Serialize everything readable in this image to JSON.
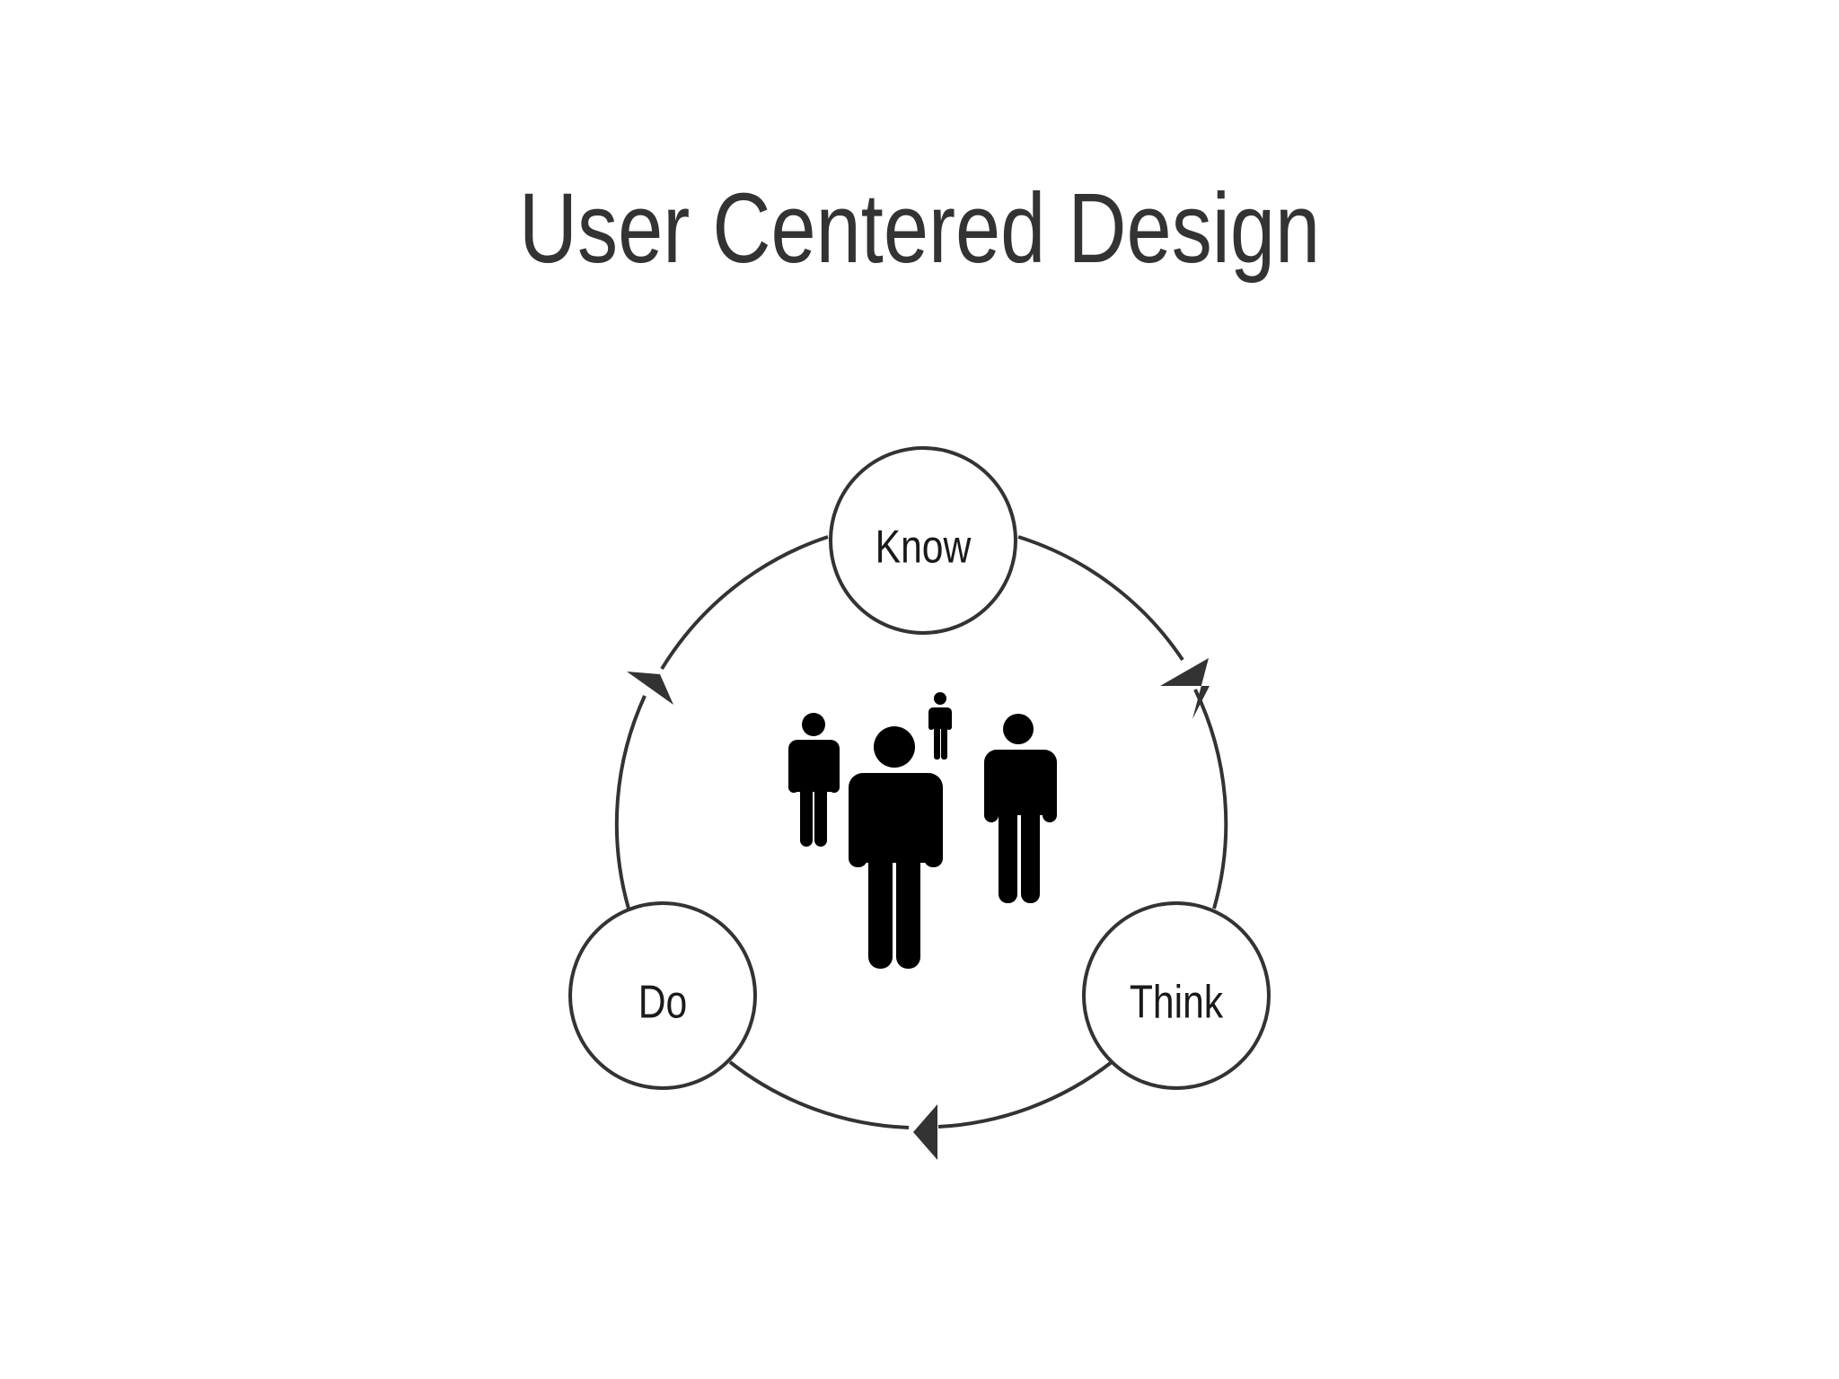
{
  "title": "User Centered Design",
  "nodes": {
    "know": "Know",
    "think": "Think",
    "do": "Do"
  },
  "icons": {
    "center": "people-group-icon",
    "arrow": "arrowhead-icon"
  },
  "colors": {
    "line": "#333333",
    "text": "#1a1a1a",
    "figures": "#000000",
    "background": "#ffffff"
  }
}
